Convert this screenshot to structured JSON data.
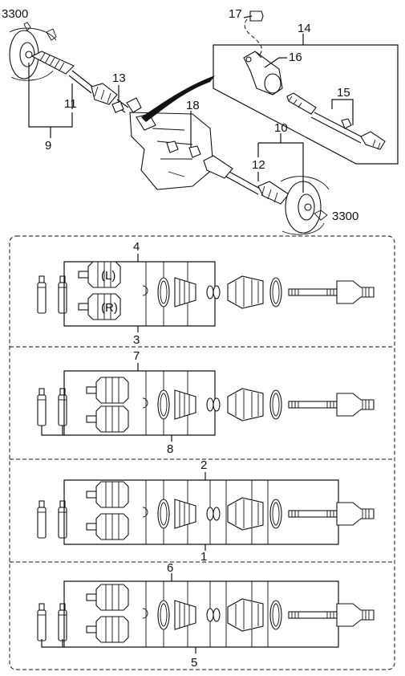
{
  "callouts": {
    "c1": "1",
    "c2": "2",
    "c3": "3",
    "c4": "4",
    "c5": "5",
    "c6": "6",
    "c7": "7",
    "c8": "8",
    "c9": "9",
    "c10": "10",
    "c11": "11",
    "c12": "12",
    "c13": "13",
    "c14": "14",
    "c15": "15",
    "c16": "16",
    "c17": "17",
    "c18": "18",
    "ref_left": "3300",
    "ref_right": "3300"
  },
  "cv_side": {
    "left": "(L)",
    "right": "(R)"
  },
  "colors": {
    "line": "#111111",
    "background": "#ffffff"
  }
}
